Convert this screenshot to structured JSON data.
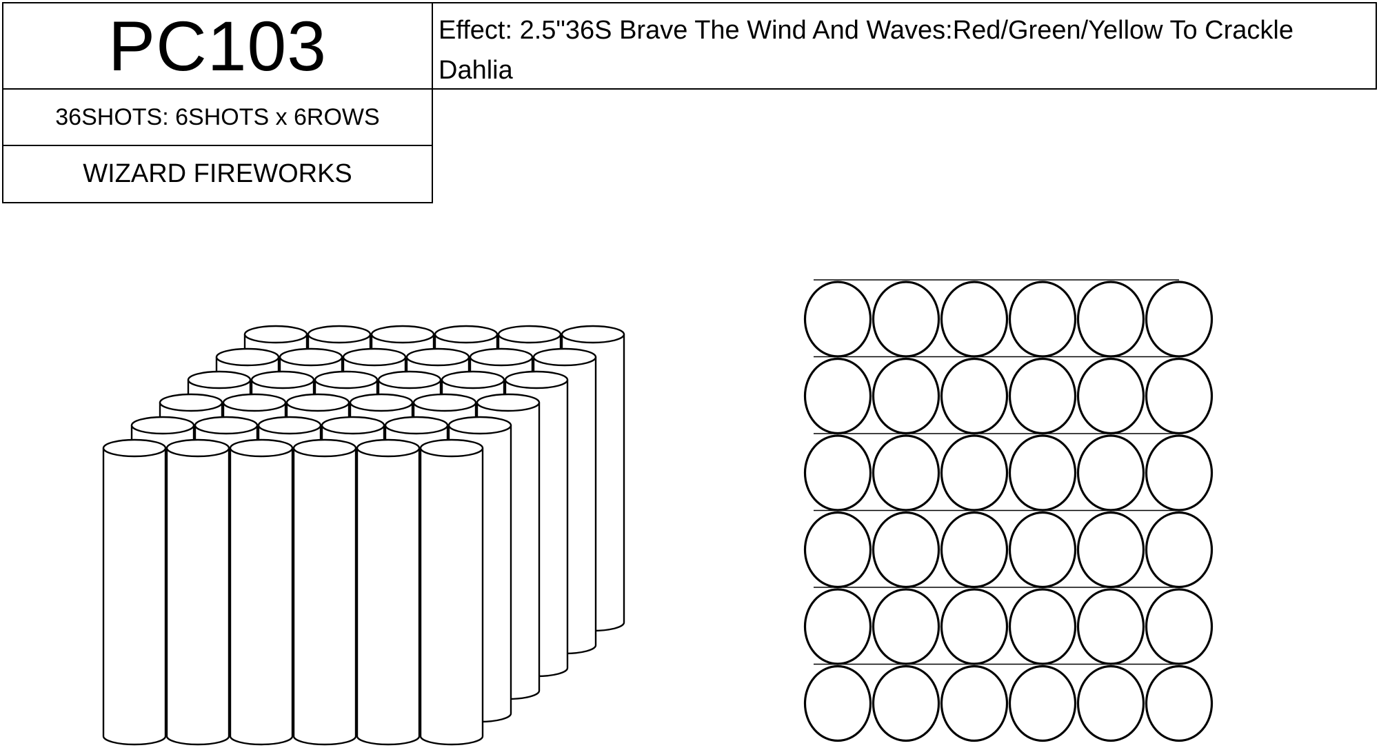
{
  "header": {
    "code": "PC103",
    "effect": "Effect: 2.5\"36S Brave The Wind And Waves:Red/Green/Yellow To Crackle Dahlia",
    "shots": "36SHOTS: 6SHOTS x 6ROWS",
    "brand": "WIZARD FIREWORKS"
  },
  "layout_grid": {
    "rows": 6,
    "columns": 6
  },
  "colors": {
    "line": "#000000",
    "background": "#ffffff"
  }
}
